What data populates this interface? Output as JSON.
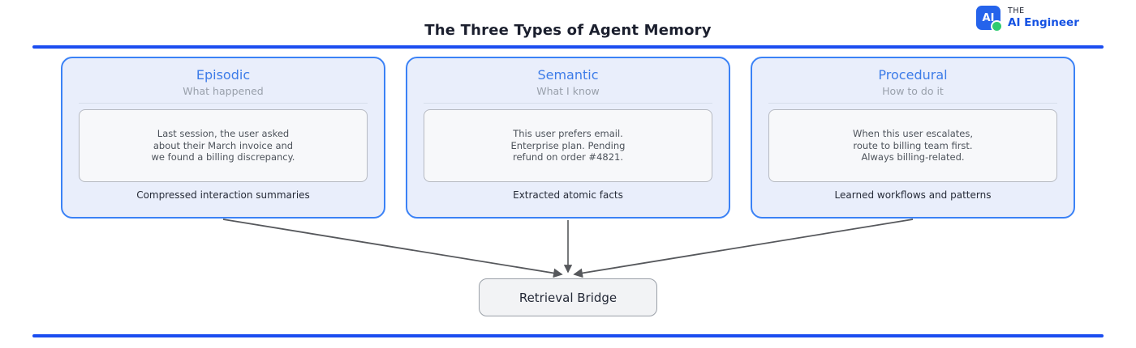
{
  "title": "The Three Types of Agent Memory",
  "logo": {
    "badge_text": "AI",
    "line1": "THE",
    "line2": "AI Engineer"
  },
  "cards": [
    {
      "title": "Episodic",
      "subtitle": "What happened",
      "memory": "Last session, the user asked\nabout their March invoice and\nwe found a billing discrepancy.",
      "caption": "Compressed interaction summaries"
    },
    {
      "title": "Semantic",
      "subtitle": "What I know",
      "memory": "This user prefers email.\nEnterprise plan. Pending\nrefund on order #4821.",
      "caption": "Extracted atomic facts"
    },
    {
      "title": "Procedural",
      "subtitle": "How to do it",
      "memory": "When this user escalates,\nroute to billing team first.\nAlways billing-related.",
      "caption": "Learned workflows and patterns"
    }
  ],
  "bridge": {
    "label": "Retrieval Bridge"
  },
  "colors": {
    "rule_blue": "#1b4df0",
    "card_border": "#3b82f6",
    "card_fill": "#e9eefb",
    "card_title": "#3d7ce8",
    "subtitle_gray": "#99a0ab",
    "memory_text": "#4d535b",
    "arrow_gray": "#56585c",
    "logo_badge_blue": "#2563eb",
    "logo_dot_green": "#2fcb71",
    "logo_name_blue": "#1552e3",
    "title_dark": "#1b1f2e"
  }
}
